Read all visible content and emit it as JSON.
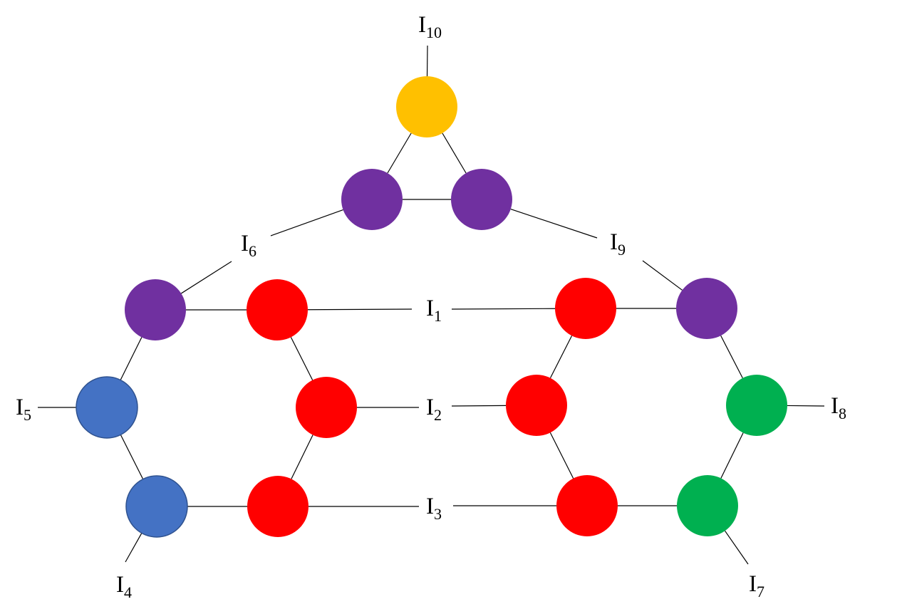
{
  "colors": {
    "yellow": "#FFC000",
    "purple": "#7030A0",
    "red": "#FF0000",
    "blue": "#4472C4",
    "blue_stroke": "#2F528F",
    "green": "#00B050",
    "line": "#000000"
  },
  "nodes": [
    {
      "id": "top",
      "color": "yellow"
    },
    {
      "id": "tri-left",
      "color": "purple"
    },
    {
      "id": "tri-right",
      "color": "purple"
    },
    {
      "id": "left-top-left",
      "color": "purple"
    },
    {
      "id": "left-top-right",
      "color": "red"
    },
    {
      "id": "left-mid-left",
      "color": "blue"
    },
    {
      "id": "left-mid-right",
      "color": "red"
    },
    {
      "id": "left-bot-left",
      "color": "blue"
    },
    {
      "id": "left-bot-right",
      "color": "red"
    },
    {
      "id": "right-top-left",
      "color": "red"
    },
    {
      "id": "right-top-right",
      "color": "purple"
    },
    {
      "id": "right-mid-left",
      "color": "red"
    },
    {
      "id": "right-mid-right",
      "color": "green"
    },
    {
      "id": "right-bot-left",
      "color": "red"
    },
    {
      "id": "right-bot-right",
      "color": "green"
    }
  ],
  "edges": [
    [
      "top",
      "tri-left"
    ],
    [
      "top",
      "tri-right"
    ],
    [
      "tri-left",
      "tri-right"
    ],
    [
      "left-top-left",
      "left-top-right"
    ],
    [
      "left-top-right",
      "left-mid-right"
    ],
    [
      "left-mid-right",
      "left-bot-right"
    ],
    [
      "left-bot-right",
      "left-bot-left"
    ],
    [
      "left-bot-left",
      "left-mid-left"
    ],
    [
      "left-mid-left",
      "left-top-left"
    ],
    [
      "right-top-left",
      "right-top-right"
    ],
    [
      "right-top-right",
      "right-mid-right"
    ],
    [
      "right-mid-right",
      "right-bot-right"
    ],
    [
      "right-bot-right",
      "right-bot-left"
    ],
    [
      "right-bot-left",
      "right-mid-left"
    ],
    [
      "right-mid-left",
      "right-top-left"
    ]
  ],
  "labels": [
    {
      "id": "I10",
      "main": "I",
      "sub": "10",
      "links": [
        "top"
      ]
    },
    {
      "id": "I6",
      "main": "I",
      "sub": "6",
      "links": [
        "tri-left",
        "left-top-left"
      ]
    },
    {
      "id": "I9",
      "main": "I",
      "sub": "9",
      "links": [
        "tri-right",
        "right-top-right"
      ]
    },
    {
      "id": "I1",
      "main": "I",
      "sub": "1",
      "links": [
        "left-top-right",
        "right-top-left"
      ]
    },
    {
      "id": "I2",
      "main": "I",
      "sub": "2",
      "links": [
        "left-mid-right",
        "right-mid-left"
      ]
    },
    {
      "id": "I3",
      "main": "I",
      "sub": "3",
      "links": [
        "left-bot-right",
        "right-bot-left"
      ]
    },
    {
      "id": "I5",
      "main": "I",
      "sub": "5",
      "links": [
        "left-mid-left"
      ]
    },
    {
      "id": "I4",
      "main": "I",
      "sub": "4",
      "links": [
        "left-bot-left"
      ]
    },
    {
      "id": "I8",
      "main": "I",
      "sub": "8",
      "links": [
        "right-mid-right"
      ]
    },
    {
      "id": "I7",
      "main": "I",
      "sub": "7",
      "links": [
        "right-bot-right"
      ]
    }
  ]
}
